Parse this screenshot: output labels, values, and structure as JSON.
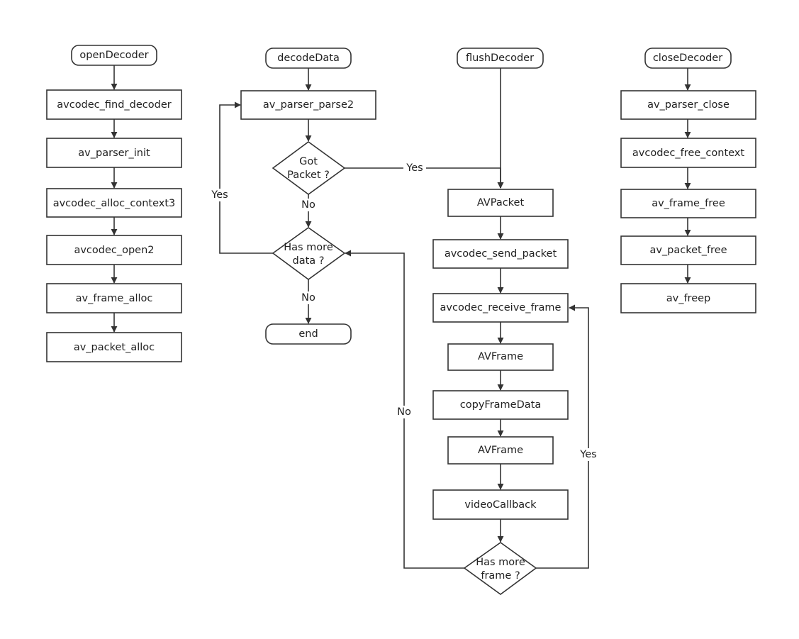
{
  "nodes": {
    "openDecoder": "openDecoder",
    "avcodec_find_decoder": "avcodec_find_decoder",
    "av_parser_init": "av_parser_init",
    "avcodec_alloc_context3": "avcodec_alloc_context3",
    "avcodec_open2": "avcodec_open2",
    "av_frame_alloc": "av_frame_alloc",
    "av_packet_alloc": "av_packet_alloc",
    "decodeData": "decodeData",
    "av_parser_parse2": "av_parser_parse2",
    "got_packet": [
      "Got",
      "Packet ?"
    ],
    "has_more_data": [
      "Has more",
      "data ?"
    ],
    "end": "end",
    "flushDecoder": "flushDecoder",
    "avpacket": "AVPacket",
    "avcodec_send_packet": "avcodec_send_packet",
    "avcodec_receive_frame": "avcodec_receive_frame",
    "avframe_1": "AVFrame",
    "copyFrameData": "copyFrameData",
    "avframe_2": "AVFrame",
    "videoCallback": "videoCallback",
    "has_more_frame": [
      "Has more",
      "frame ?"
    ],
    "closeDecoder": "closeDecoder",
    "av_parser_close": "av_parser_close",
    "avcodec_free_context": "avcodec_free_context",
    "av_frame_free": "av_frame_free",
    "av_packet_free": "av_packet_free",
    "av_freep": "av_freep"
  },
  "edge_labels": {
    "got_packet_yes": "Yes",
    "got_packet_no": "No",
    "more_data_yes": "Yes",
    "more_data_no": "No",
    "more_frame_no": "No",
    "more_frame_yes": "Yes"
  },
  "colors": {
    "stroke": "#333333",
    "text": "#222222",
    "fill": "#ffffff"
  }
}
